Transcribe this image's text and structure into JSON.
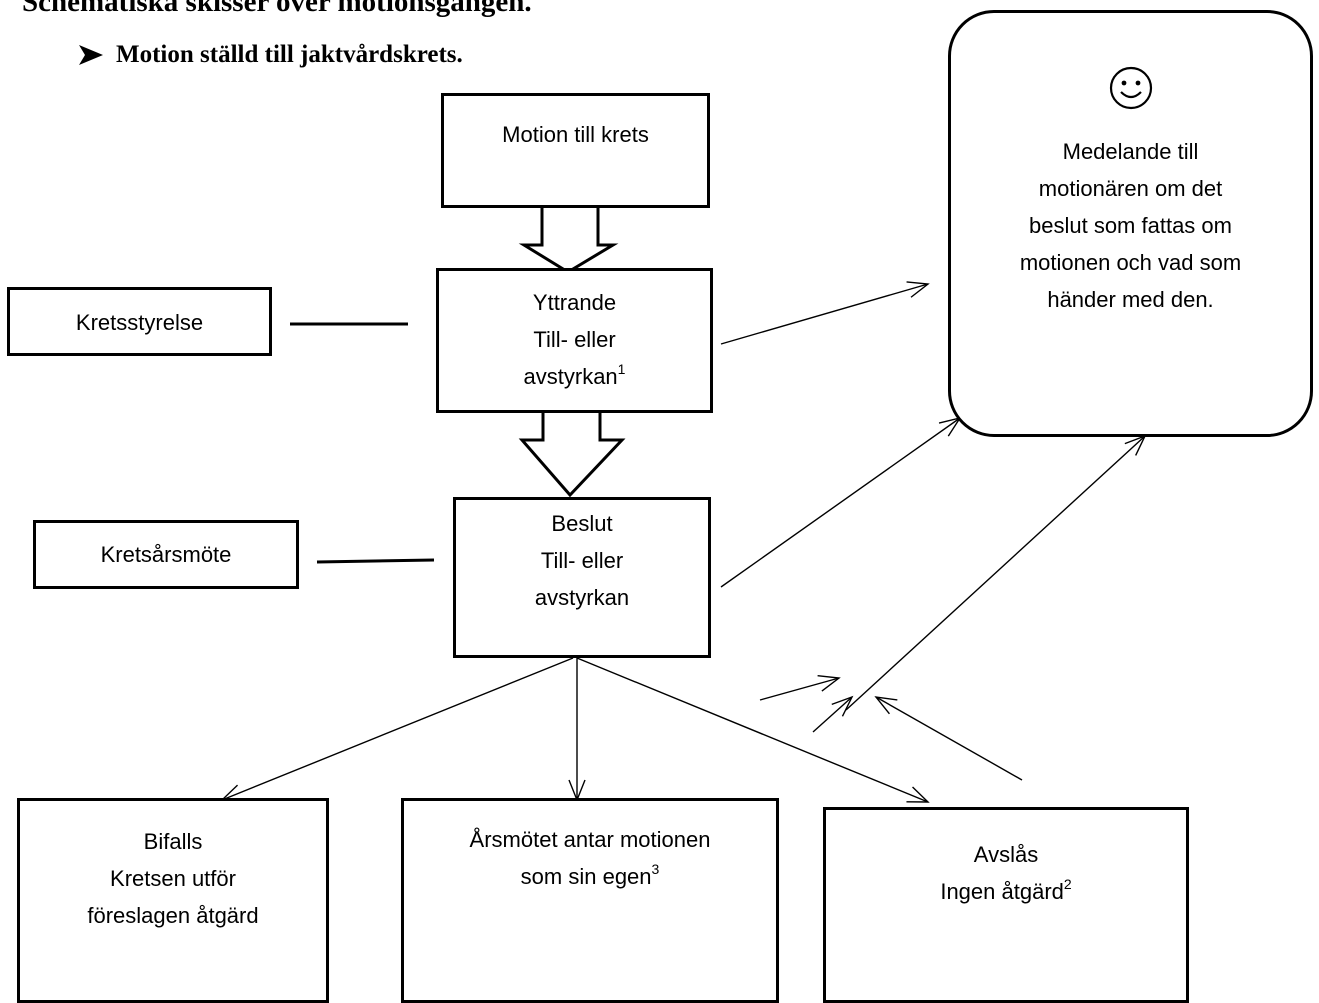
{
  "heading": {
    "title": "Schematiska skisser över motionsgången.",
    "subtitle": "Motion ställd till jaktvårdskrets.",
    "bullet_icon": "arrowhead-bullet-icon"
  },
  "diagram": {
    "motion_box": {
      "line1": "Motion till krets"
    },
    "yttrande_box": {
      "line1": "Yttrande",
      "line2": "Till- eller",
      "line3": "avstyrkan",
      "footnote": "1"
    },
    "beslut_box": {
      "line1": "Beslut",
      "line2": "Till- eller",
      "line3": "avstyrkan"
    },
    "kretsstyrelse_box": {
      "label": "Kretsstyrelse"
    },
    "kretsarsmote_box": {
      "label": "Kretsårsmöte"
    },
    "bifalls_box": {
      "line1": "Bifalls",
      "line2": "Kretsen utför",
      "line3": "föreslagen åtgärd"
    },
    "antar_box": {
      "line1": "Årsmötet antar motionen",
      "line2": "som sin egen",
      "footnote": "3"
    },
    "avslas_box": {
      "line1": "Avslås",
      "line2": "Ingen åtgärd",
      "footnote": "2"
    },
    "notice_box": {
      "icon": "smiley-icon",
      "line1": "Medelande till",
      "line2": "motionären om det",
      "line3": "beslut som fattas om",
      "line4": "motionen och vad som",
      "line5": "händer med den."
    }
  }
}
